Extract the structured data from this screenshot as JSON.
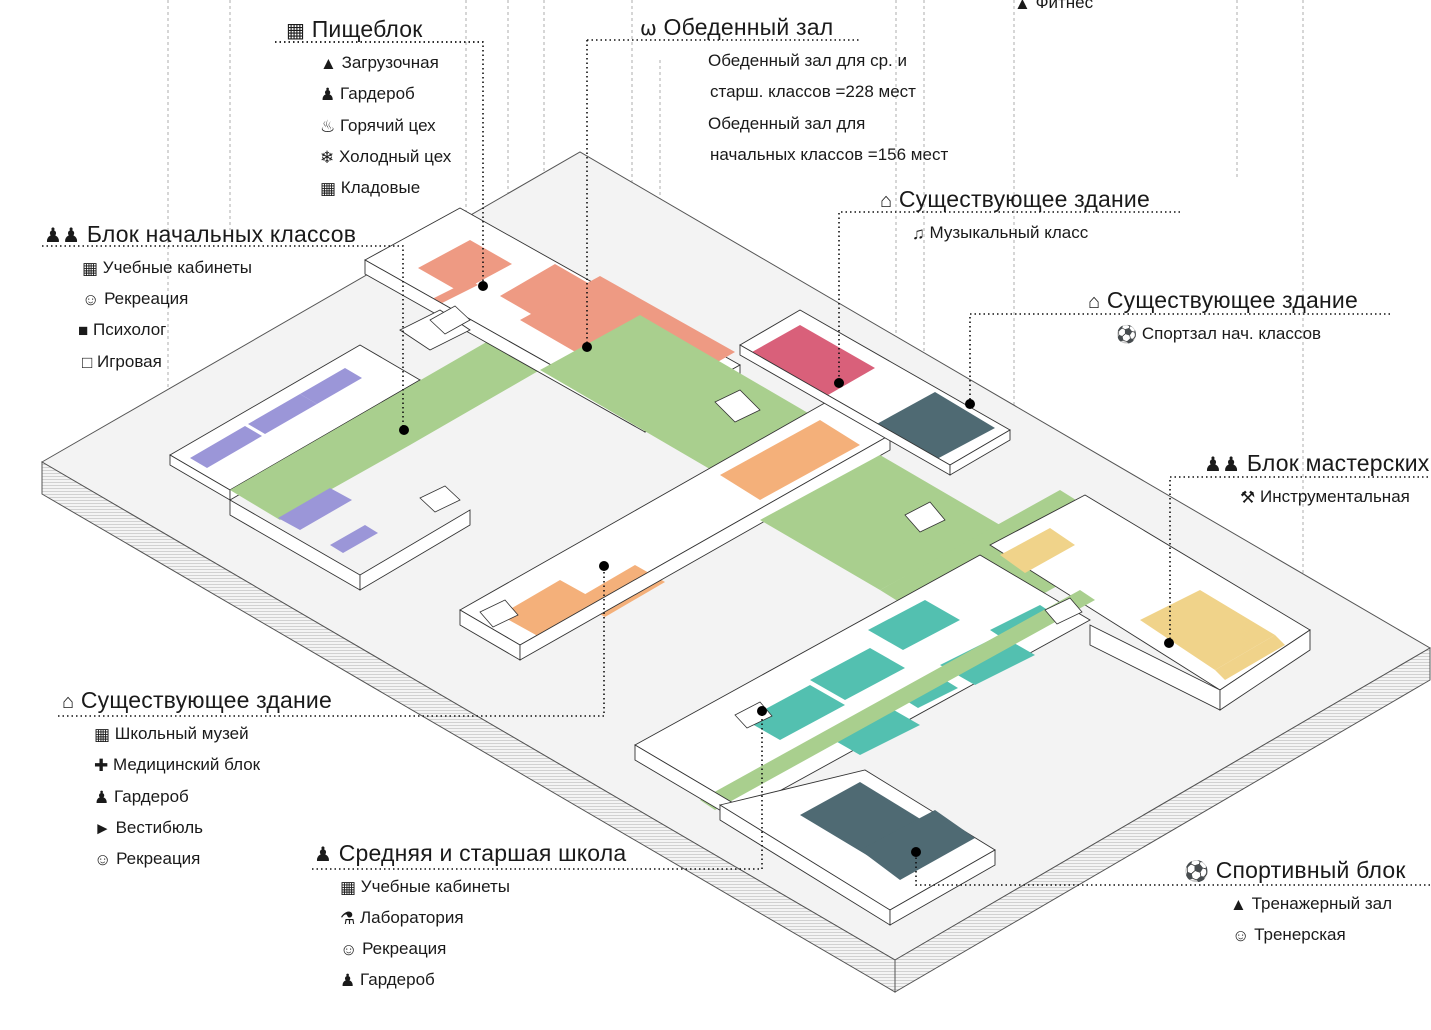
{
  "title": "",
  "colors": {
    "primary_rooms": "#9b96d8",
    "recreation": "#a9cf8e",
    "kitchen": "#ee9a83",
    "dining": "#ee9a83",
    "orange_rooms": "#f4b07a",
    "music": "#d9607a",
    "gym": "#4f6a73",
    "workshop": "#f0d38a",
    "teal_rooms": "#53c0b0",
    "slab": "#f2f2f2"
  },
  "groups": {
    "kitchen": {
      "title": "Пищеблок",
      "icon": "kitchen-icon",
      "items": [
        {
          "label": "Загрузочная",
          "icon": "loading-icon"
        },
        {
          "label": "Гардероб",
          "icon": "wardrobe-icon"
        },
        {
          "label": "Горячий цех",
          "icon": "hot-shop-icon"
        },
        {
          "label": "Холодный цех",
          "icon": "snowflake-icon"
        },
        {
          "label": "Кладовые",
          "icon": "storage-icon"
        }
      ]
    },
    "dining": {
      "title": "Обеденный зал",
      "icon": "dining-table-icon",
      "lines": [
        "Обеденный зал для ср. и",
        "старш. классов =228 мест",
        "Обеденный зал для",
        "начальных классов =156 мест"
      ]
    },
    "fitness": {
      "label": "Фитнес",
      "icon": "fitness-icon"
    },
    "primary": {
      "title": "Блок начальных классов",
      "icon": "children-icon",
      "items": [
        {
          "label": "Учебные кабинеты",
          "icon": "classroom-icon"
        },
        {
          "label": "Рекреация",
          "icon": "recreation-icon"
        },
        {
          "label": "Психолог",
          "icon": "psychologist-icon"
        },
        {
          "label": "Игровая",
          "icon": "toys-icon"
        }
      ]
    },
    "existing_music": {
      "title": "Существующее здание",
      "icon": "school-building-icon",
      "items": [
        {
          "label": "Музыкальный класс",
          "icon": "music-class-icon"
        }
      ]
    },
    "existing_gym": {
      "title": "Существующее здание",
      "icon": "school-building-icon",
      "items": [
        {
          "label": "Спортзал нач. классов",
          "icon": "sport-balls-icon"
        }
      ]
    },
    "workshops": {
      "title": "Блок мастерских",
      "icon": "workers-icon",
      "items": [
        {
          "label": "Инструментальная",
          "icon": "tools-icon"
        }
      ]
    },
    "existing_main": {
      "title": "Существующее здание",
      "icon": "school-building-icon",
      "items": [
        {
          "label": "Школьный музей",
          "icon": "museum-icon"
        },
        {
          "label": "Медицинский блок",
          "icon": "medical-icon"
        },
        {
          "label": "Гардероб",
          "icon": "wardrobe-icon"
        },
        {
          "label": "Вестибюль",
          "icon": "turnstile-icon"
        },
        {
          "label": "Рекреация",
          "icon": "recreation-icon"
        }
      ]
    },
    "middle_high": {
      "title": "Средняя и старшая школа",
      "icon": "walking-student-icon",
      "items": [
        {
          "label": "Учебные кабинеты",
          "icon": "classroom-icon"
        },
        {
          "label": "Лаборатория",
          "icon": "laboratory-icon"
        },
        {
          "label": "Рекреация",
          "icon": "recreation-icon"
        },
        {
          "label": "Гардероб",
          "icon": "wardrobe-icon"
        }
      ]
    },
    "sports": {
      "title": "Спортивный блок",
      "icon": "sport-balls-icon",
      "items": [
        {
          "label": "Тренажерный зал",
          "icon": "weightlifter-icon"
        },
        {
          "label": "Тренерская",
          "icon": "coach-icon"
        }
      ]
    }
  }
}
